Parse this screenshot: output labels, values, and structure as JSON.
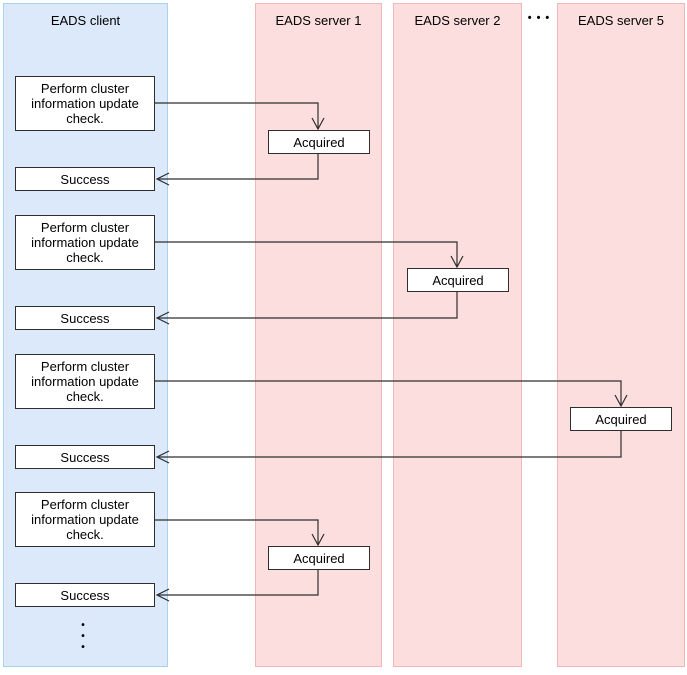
{
  "diagram": {
    "columns": [
      {
        "label": "EADS client",
        "role": "client"
      },
      {
        "label": "EADS server 1",
        "role": "server"
      },
      {
        "label": "EADS server 2",
        "role": "server"
      },
      {
        "label": "EADS server 5",
        "role": "server"
      }
    ],
    "ellipsis": "•••",
    "vdots": [
      "•",
      "•",
      "•"
    ],
    "rows": [
      {
        "target": "EADS server 1",
        "request": "Perform cluster information update check.",
        "acquired": "Acquired",
        "response": "Success"
      },
      {
        "target": "EADS server 2",
        "request": "Perform cluster information update check.",
        "acquired": "Acquired",
        "response": "Success"
      },
      {
        "target": "EADS server 5",
        "request": "Perform cluster information update check.",
        "acquired": "Acquired",
        "response": "Success"
      },
      {
        "target": "EADS server 1",
        "request": "Perform cluster information update check.",
        "acquired": "Acquired",
        "response": "Success"
      }
    ],
    "colors": {
      "client_fill": "#dbe9fa",
      "client_border": "#abd3ee",
      "server_fill": "#fcdede",
      "server_border": "#f0b9b9",
      "box_border": "#2e2e2e",
      "arrow": "#2e2e2e"
    }
  }
}
